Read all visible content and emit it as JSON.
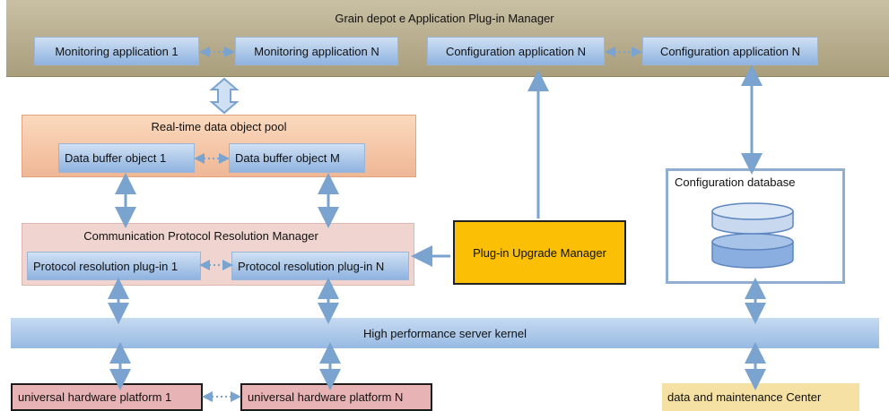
{
  "diagram": {
    "top_panel": {
      "title": "Grain depot e Application Plug-in Manager",
      "monitor_1": "Monitoring application 1",
      "monitor_n": "Monitoring application N",
      "config_app_1": "Configuration application N",
      "config_app_2": "Configuration application N"
    },
    "pool": {
      "title": "Real-time data object pool",
      "buffer_1": "Data buffer  object 1",
      "buffer_m": "Data buffer  object M"
    },
    "protocol": {
      "title": "Communication Protocol Resolution Manager",
      "plugin_1": "Protocol resolution plug-in 1",
      "plugin_n": "Protocol resolution plug-in N"
    },
    "upgrade_manager": "Plug-in Upgrade Manager",
    "config_db": "Configuration database",
    "kernel": "High performance server kernel",
    "hardware_1": "universal hardware platform 1",
    "hardware_n": "universal hardware platform N",
    "maintenance_center": "data and maintenance  Center"
  },
  "colors": {
    "arrow": "#7aa3cf",
    "upgrade": "#fbbf06",
    "hardware": "#e7b3b4"
  }
}
